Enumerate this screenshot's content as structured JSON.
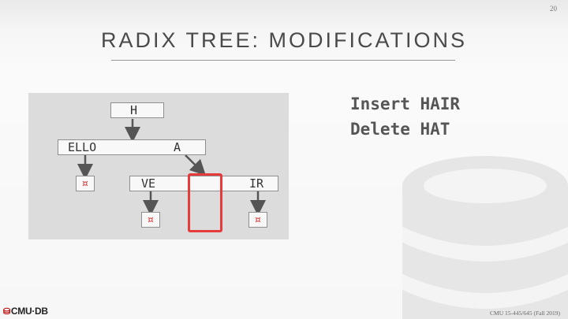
{
  "slide": {
    "number": "20",
    "title": "RADIX TREE: MODIFICATIONS"
  },
  "tree": {
    "root_key": "H",
    "level2_left": "ELLO",
    "level2_right": "A",
    "level3_left": "VE",
    "level3_right": "IR",
    "leaf_symbol": "¤"
  },
  "operations": [
    "Insert HAIR",
    "Delete HAT"
  ],
  "footer": {
    "logo": "CMU·DB",
    "course": "CMU 15-445/645 (Fall 2019)"
  },
  "colors": {
    "highlight": "#e53b3b",
    "leaf": "#d23030",
    "panel": "#dcdcdc"
  }
}
